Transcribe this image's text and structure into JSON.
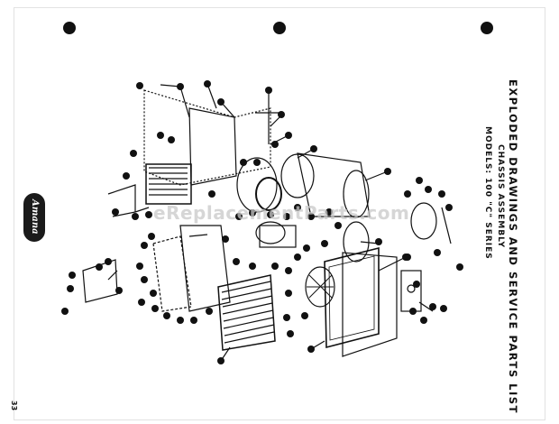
{
  "header": {
    "title": "EXPLODED DRAWINGS AND SERVICE PARTS LIST",
    "subtitle": "CHASSIS ASSEMBLY",
    "models": "MODELS: 100 \"C\" SERIES"
  },
  "brand": {
    "logo_text": "Amana"
  },
  "footer": {
    "page_number": "33"
  },
  "watermark": {
    "text": "eReplacementParts.com"
  },
  "colors": {
    "ink": "#111111",
    "paper": "#ffffff",
    "punch_hole": "#111111"
  }
}
